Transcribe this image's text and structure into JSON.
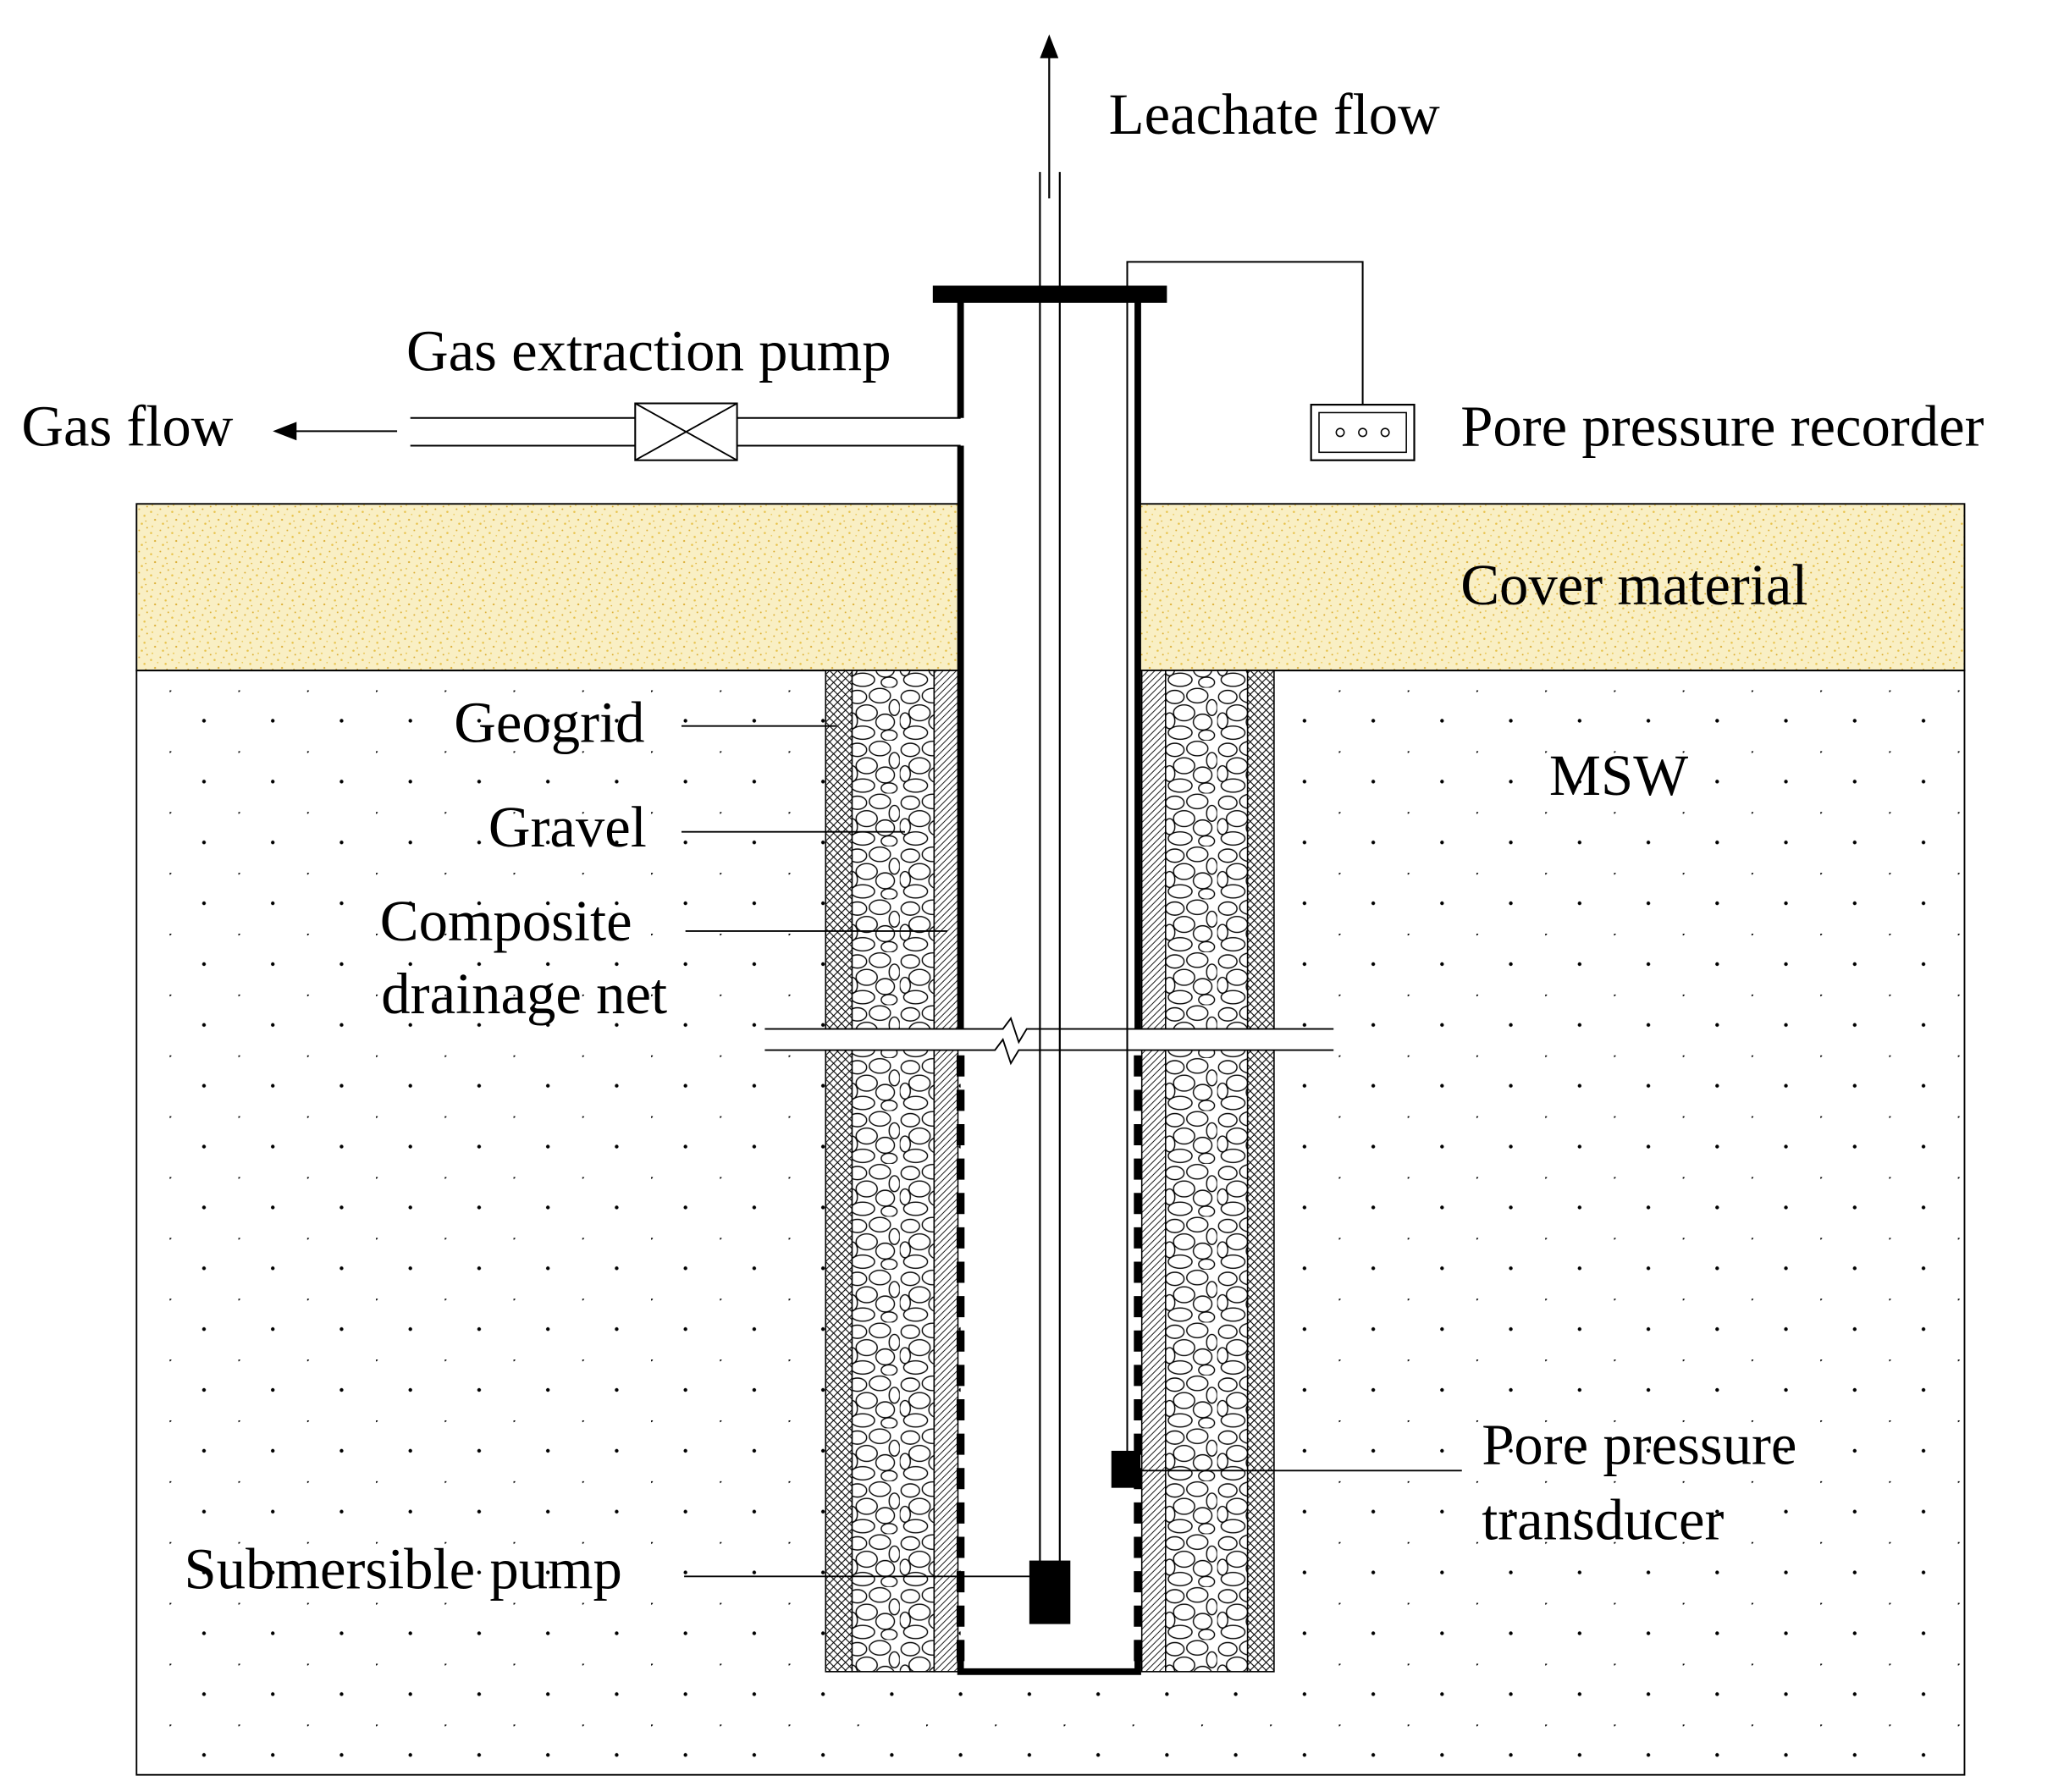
{
  "labels": {
    "leachate_flow": "Leachate flow",
    "gas_extraction_pump": "Gas extraction pump",
    "gas_flow": "Gas flow",
    "pore_pressure_recorder": "Pore pressure recorder",
    "cover_material": "Cover material",
    "msw": "MSW",
    "geogrid": "Geogrid",
    "gravel": "Gravel",
    "composite_line1": "Composite",
    "composite_line2": "drainage net",
    "pore_transducer_line1": "Pore pressure",
    "pore_transducer_line2": "transducer",
    "submersible_pump": "Submersible pump"
  },
  "colors": {
    "line": "#000000",
    "cover_fill": "#f9efc4",
    "cover_speckle": "#e8c24a",
    "background": "#ffffff"
  }
}
